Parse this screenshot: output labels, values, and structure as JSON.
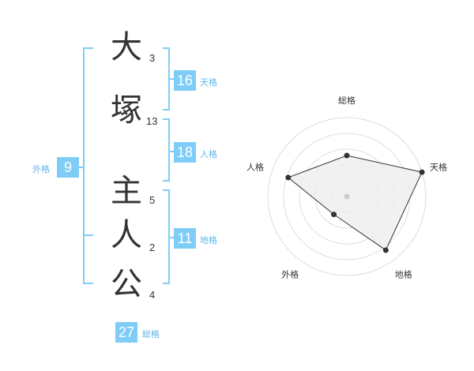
{
  "name": {
    "chars": [
      {
        "char": "大",
        "strokes": "3"
      },
      {
        "char": "塚",
        "strokes": "13"
      },
      {
        "char": "主",
        "strokes": "5"
      },
      {
        "char": "人",
        "strokes": "2"
      },
      {
        "char": "公",
        "strokes": "4"
      }
    ]
  },
  "kakusu": {
    "tenkaku": {
      "value": "16",
      "label": "天格"
    },
    "jinkaku": {
      "value": "18",
      "label": "人格"
    },
    "chikaku": {
      "value": "11",
      "label": "地格"
    },
    "gaikaku": {
      "value": "9",
      "label": "外格"
    },
    "soukaku": {
      "value": "27",
      "label": "総格"
    }
  },
  "colors": {
    "accent": "#7fcdf7",
    "accent_text": "#5bb8ea",
    "bracket": "#7fcdf7",
    "text": "#333333"
  },
  "chart_data": {
    "type": "radar",
    "axes": [
      "総格",
      "天格",
      "地格",
      "外格",
      "人格"
    ],
    "values": [
      2.6,
      5.0,
      4.2,
      1.4,
      3.9
    ],
    "rmax": 5,
    "rings": 5
  }
}
